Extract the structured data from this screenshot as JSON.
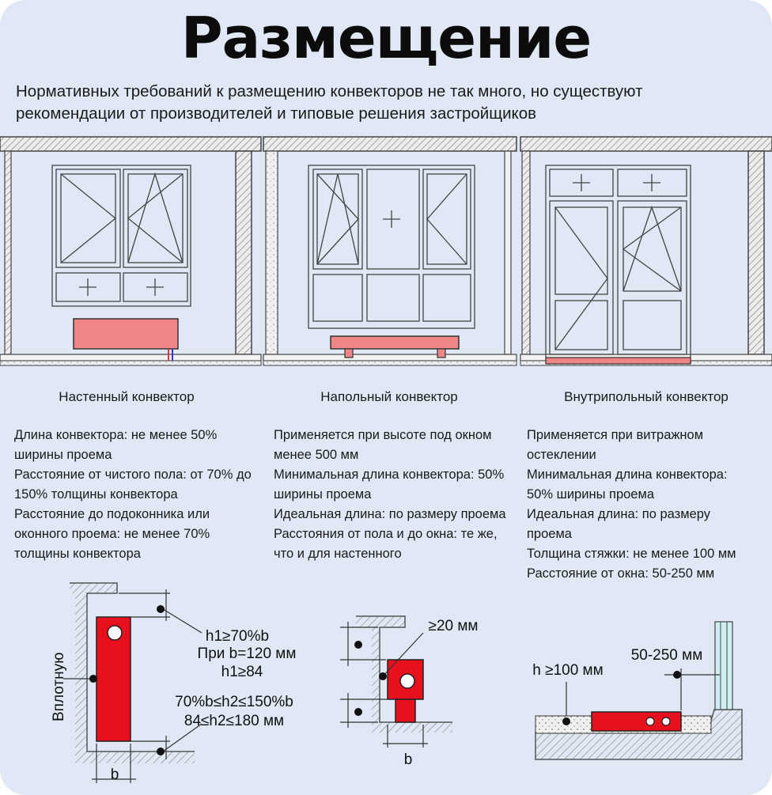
{
  "title": "Размещение",
  "subtitle": "Нормативных требований к размещению конвекторов не так много, но существуют рекомендации от производителей и типовые решения застройщиков",
  "sections": [
    {
      "caption": "Настенный конвектор",
      "lines": [
        "Длина конвектора: не менее 50% ширины проема",
        "Расстояние от чистого пола: от 70% до 150% толщины конвектора",
        "Расстояние до подоконника или оконного проема: не менее 70% толщины конвектора"
      ]
    },
    {
      "caption": "Напольный конвектор",
      "lines": [
        "Применяется при высоте под окном менее 500 мм",
        "Минимальная длина конвектора: 50% ширины проема",
        "Идеальная длина: по размеру проема",
        "Расстояния от пола и до окна: те же, что и для настенного"
      ]
    },
    {
      "caption": "Внутрипольный конвектор",
      "lines": [
        "Применяется при витражном остеклении",
        "Минимальная длина конвектора: 50% ширины проема",
        "Идеальная длина: по размеру проема",
        "Толщина стяжки: не менее 100 мм",
        "Расстояние от окна: 50-250 мм"
      ]
    }
  ],
  "diagram_labels": {
    "wall_side": "Вплотную",
    "h1_rule": "h1≥70%b",
    "h1_case": "При b=120 мм",
    "h1_value": "h1≥84",
    "h2_rule": "70%b≤h2≤150%b",
    "h2_value": "84≤h2≤180 мм",
    "b_wall": "b",
    "b_floor": "b",
    "gap_floor": "≥20 мм",
    "screed": "h ≥100 мм",
    "window_gap": "50-250 мм"
  },
  "colors": {
    "background": "#dfe8f4",
    "convector_light": "#f08585",
    "convector_red": "#e8101c",
    "line": "#3a3a3a"
  }
}
